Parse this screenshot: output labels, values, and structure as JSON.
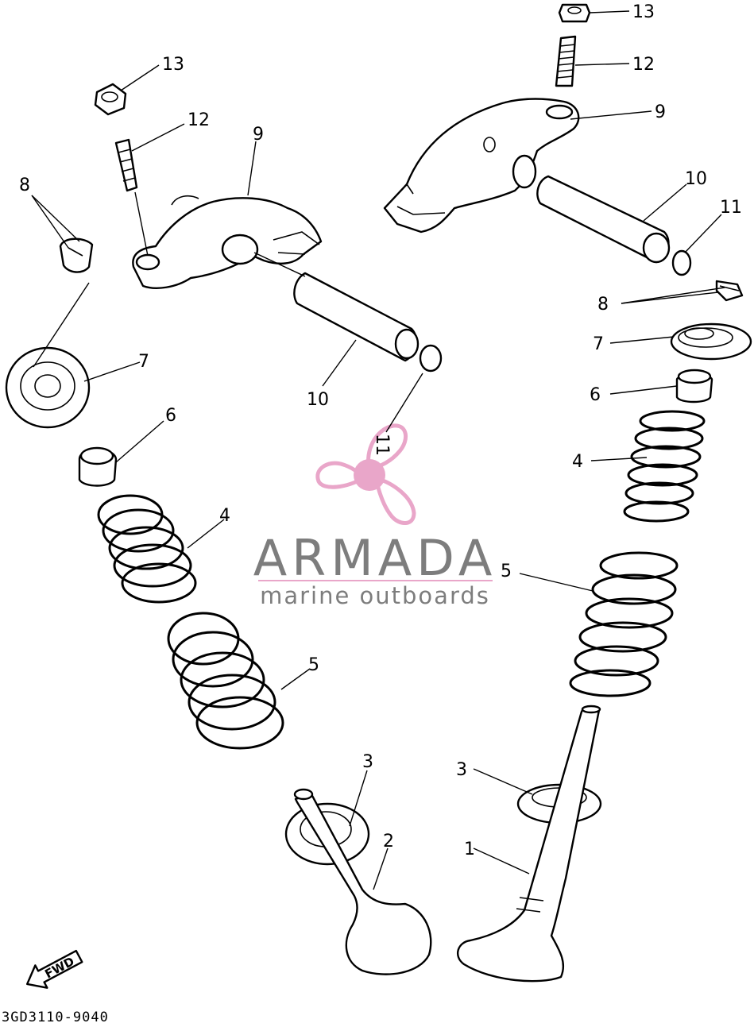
{
  "diagram": {
    "drawing_code": "3GD3110-9040",
    "fwd_label": "FWD",
    "watermark": {
      "brand": "ARMADA",
      "tagline": "marine outboards",
      "logo_icon": "propeller-icon",
      "colors": {
        "logo": "#e9a6c9",
        "text": "#7d7d7d"
      }
    },
    "callouts": [
      {
        "id": "c13-right",
        "label": "13"
      },
      {
        "id": "c12-right",
        "label": "12"
      },
      {
        "id": "c9-right",
        "label": "9"
      },
      {
        "id": "c10-right",
        "label": "10"
      },
      {
        "id": "c11-right",
        "label": "11"
      },
      {
        "id": "c8-right",
        "label": "8"
      },
      {
        "id": "c7-right",
        "label": "7"
      },
      {
        "id": "c6-right",
        "label": "6"
      },
      {
        "id": "c4-right",
        "label": "4"
      },
      {
        "id": "c5-right",
        "label": "5"
      },
      {
        "id": "c3-right",
        "label": "3"
      },
      {
        "id": "c1",
        "label": "1"
      },
      {
        "id": "c13-left",
        "label": "13"
      },
      {
        "id": "c12-left",
        "label": "12"
      },
      {
        "id": "c9-left",
        "label": "9"
      },
      {
        "id": "c8-left",
        "label": "8"
      },
      {
        "id": "c7-left",
        "label": "7"
      },
      {
        "id": "c10-left",
        "label": "10"
      },
      {
        "id": "c11-left",
        "label": "11"
      },
      {
        "id": "c6-left",
        "label": "6"
      },
      {
        "id": "c4-left",
        "label": "4"
      },
      {
        "id": "c5-left",
        "label": "5"
      },
      {
        "id": "c3-left",
        "label": "3"
      },
      {
        "id": "c2",
        "label": "2"
      }
    ]
  }
}
